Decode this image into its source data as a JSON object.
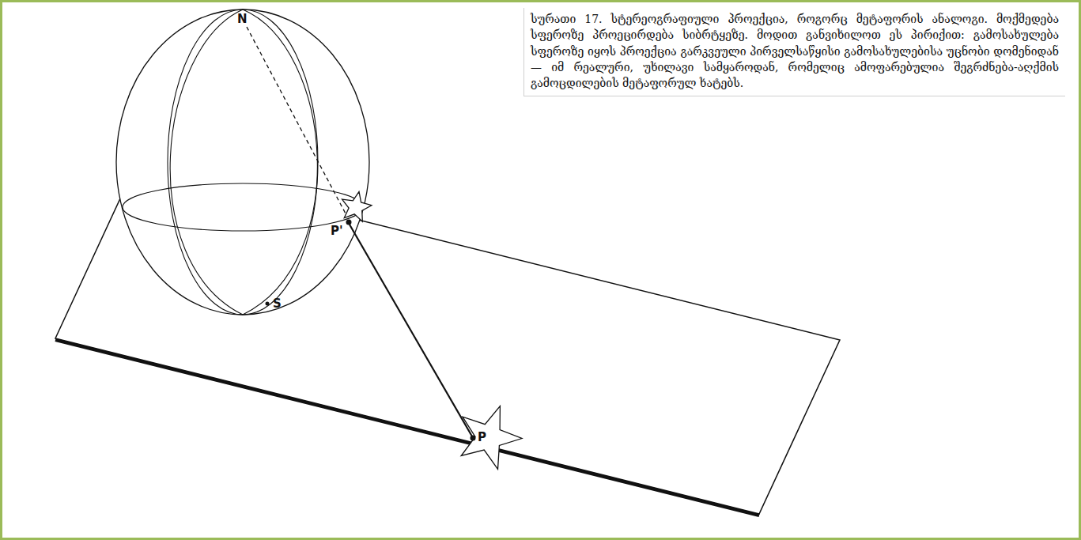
{
  "diagram": {
    "caption": "სურათი 17. სტერეოგრაფიული პროექცია, როგორც მეტაფორის ანალოგი. მოქმედება სფეროზე პროეცირდება სიბრტყეზე. მოდით განვიხილოთ ეს პირიქით: გამოსახულება სფეროზე იყოს პროექცია გარკვეული პირველსაწყისი გამოსახულებისა უცნობი დომენიდან — იმ რეალური, უხილავი სამყაროდან, რომელიც ამოფარებულია შეგრძნება-აღქმის გამოცდილების მეტაფორულ ხატებს.",
    "labels": [
      "N",
      "P'",
      "S",
      "P"
    ]
  }
}
